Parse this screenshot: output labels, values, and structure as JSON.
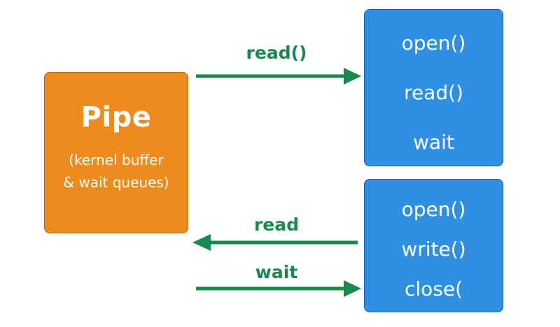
{
  "colors": {
    "pipe_fill": "#ee8a1e",
    "process_fill": "#2e8fe3",
    "arrow": "#188a4e",
    "text_on_box": "#ffffff"
  },
  "pipe": {
    "title": "Pipe",
    "subtitle_line1": "(kernel buffer",
    "subtitle_line2": "& wait queues)"
  },
  "reader_process": {
    "lines": [
      "open()",
      "read()",
      "wait"
    ]
  },
  "writer_process": {
    "lines": [
      "open()",
      "write()",
      "close("
    ]
  },
  "arrows": {
    "top_label": "read()",
    "middle_label": "read",
    "bottom_label": "wait"
  }
}
